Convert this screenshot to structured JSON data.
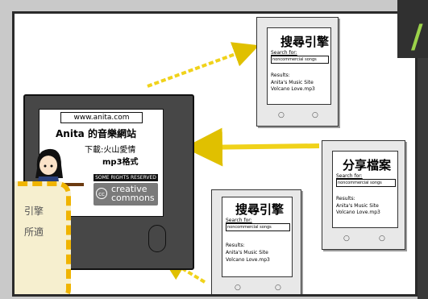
{
  "main_device": {
    "url": "www.anita.com",
    "title": "Anita 的音樂網站",
    "download": "下載:火山愛情",
    "format": "mp3格式",
    "rights": "SOME RIGHTS RESERVED",
    "cc_logo": "cc",
    "cc_text_1": "creative",
    "cc_text_2": "commons"
  },
  "search_device_top": {
    "title": "搜尋引擎",
    "search_label": "Search for:",
    "search_value": "noncommercial songs",
    "results_label": "Results:",
    "results": [
      "Anita's Music Site",
      "Volcano Love.mp3"
    ]
  },
  "share_device": {
    "title": "分享檔案",
    "search_label": "Search for:",
    "search_value": "noncommercial songs",
    "results_label": "Results:",
    "results": [
      "Anita's Music Site",
      "Volcano Love.mp3"
    ]
  },
  "search_device_bottom": {
    "title": "搜尋引擎",
    "search_label": "Search for:",
    "search_value": "noncommercial songs",
    "results_label": "Results:",
    "results": [
      "Anita's Music Site",
      "Volcano Love.mp3"
    ]
  },
  "callout": {
    "line1": "引擎",
    "line2": "所適"
  },
  "corner": {
    "slash": "/"
  },
  "colors": {
    "arrow": "#f0d21a",
    "callout_border": "#f0b400",
    "callout_fill": "#f6efcf",
    "accent_green": "#9bd24a"
  }
}
